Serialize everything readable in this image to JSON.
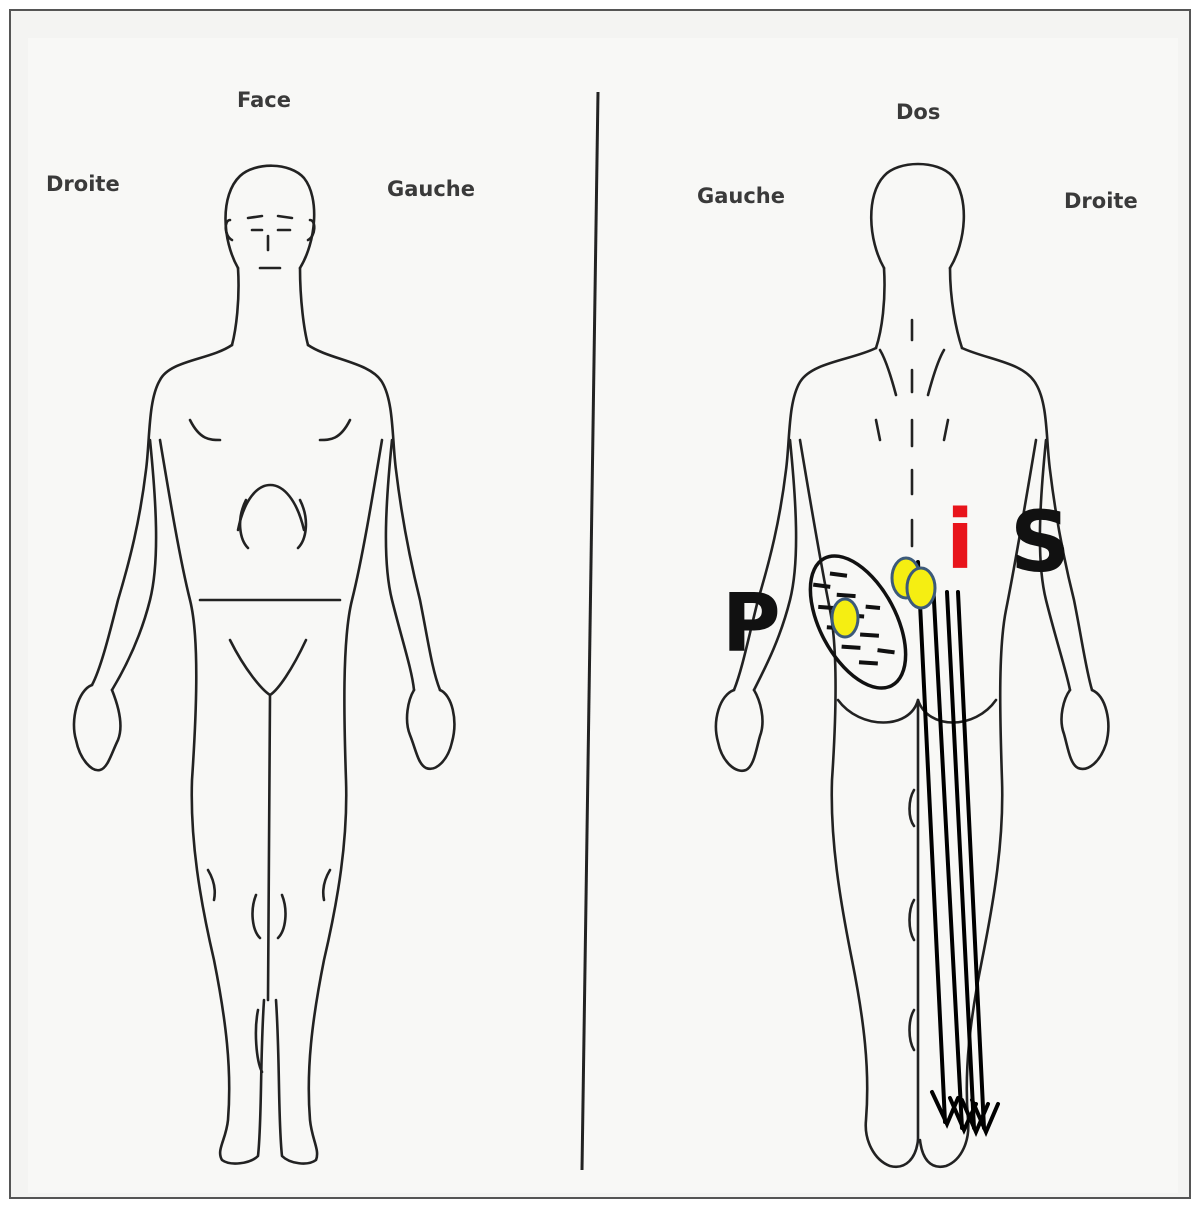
{
  "labels": {
    "face": "Face",
    "droite_front": "Droite",
    "gauche_front": "Gauche",
    "dos": "Dos",
    "gauche_back": "Gauche",
    "droite_back": "Droite"
  },
  "markers": {
    "p": "P",
    "i": "i",
    "s": "S"
  },
  "colors": {
    "outline": "#1e1e1e",
    "marker_i": "#e8141b",
    "marker_ps": "#111111",
    "dot_fill": "#f5ee12",
    "dot_ring": "#3c5a7a"
  }
}
